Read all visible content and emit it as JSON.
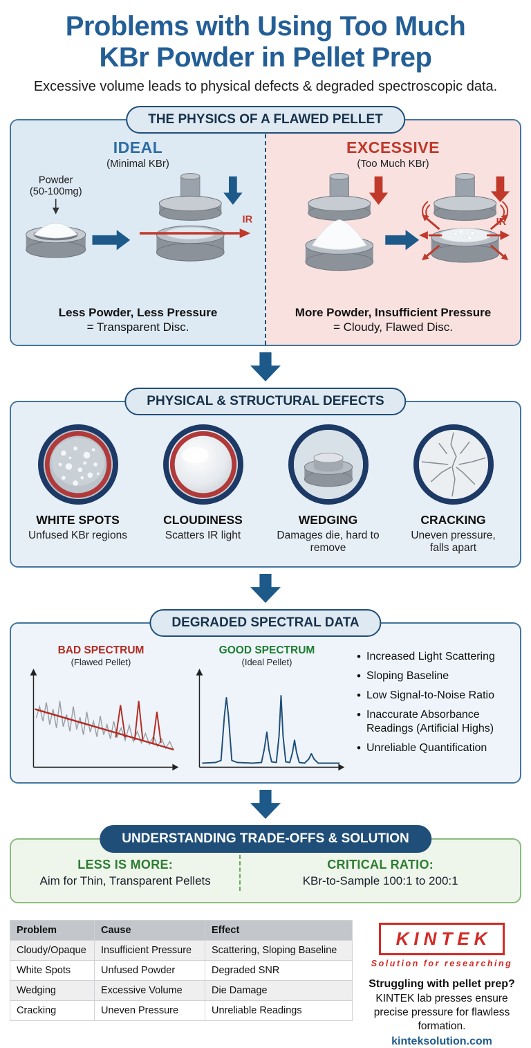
{
  "page": {
    "title_line1": "Problems with Using Too Much",
    "title_line2": "KBr Powder in Pellet Prep",
    "subtitle": "Excessive volume leads to physical defects & degraded spectroscopic data."
  },
  "accent_colors": {
    "title_blue": "#235e96",
    "navy": "#1f4e79",
    "arrow_blue": "#1d5a8a",
    "ideal_blue": "#2e6da4",
    "excessive_red": "#c0392b",
    "bad_red": "#b32b23",
    "good_green": "#1e7d32",
    "solution_green": "#2e7d32",
    "brand_red": "#d22a26",
    "link_blue": "#1f5c8e"
  },
  "physics": {
    "header": "THE PHYSICS OF A FLAWED PELLET",
    "ideal": {
      "title": "IDEAL",
      "subtitle": "(Minimal KBr)",
      "powder_line1": "Powder",
      "powder_line2": "(50-100mg)",
      "ir_label": "IR",
      "caption_bold": "Less Powder, Less Pressure",
      "caption_rest": "= Transparent Disc."
    },
    "excessive": {
      "title": "EXCESSIVE",
      "subtitle": "(Too Much KBr)",
      "ir_label": "IR",
      "caption_bold": "More Powder, Insufficient Pressure",
      "caption_rest": "= Cloudy, Flawed Disc."
    }
  },
  "defects": {
    "header": "PHYSICAL & STRUCTURAL DEFECTS",
    "items": [
      {
        "title": "WHITE SPOTS",
        "desc": "Unfused KBr regions"
      },
      {
        "title": "CLOUDINESS",
        "desc": "Scatters IR light"
      },
      {
        "title": "WEDGING",
        "desc": "Damages die, hard to remove"
      },
      {
        "title": "CRACKING",
        "desc": "Uneven pressure, falls apart"
      }
    ]
  },
  "spectra": {
    "header": "DEGRADED SPECTRAL DATA",
    "bad_title": "BAD SPECTRUM",
    "bad_subtitle": "(Flawed Pellet)",
    "good_title": "GOOD SPECTRUM",
    "good_subtitle": "(Ideal Pellet)",
    "bullets": [
      "Increased Light Scattering",
      "Sloping Baseline",
      "Low Signal-to-Noise Ratio",
      "Inaccurate Absorbance Readings (Artificial Highs)",
      "Unreliable Quantification"
    ]
  },
  "solution": {
    "header": "UNDERSTANDING TRADE-OFFS & SOLUTION",
    "less_title": "LESS IS MORE:",
    "less_text": "Aim for Thin, Transparent Pellets",
    "ratio_title": "CRITICAL RATIO:",
    "ratio_text": "KBr-to-Sample 100:1 to 200:1"
  },
  "table": {
    "headers": [
      "Problem",
      "Cause",
      "Effect"
    ],
    "rows": [
      [
        "Cloudy/Opaque",
        "Insufficient Pressure",
        "Scattering, Sloping Baseline"
      ],
      [
        "White Spots",
        "Unfused Powder",
        "Degraded SNR"
      ],
      [
        "Wedging",
        "Excessive Volume",
        "Die Damage"
      ],
      [
        "Cracking",
        "Uneven Pressure",
        "Unreliable Readings"
      ]
    ]
  },
  "brand": {
    "logo_text": "KINTEK",
    "tagline": "Solution for researching",
    "pitch_title": "Struggling with pellet prep?",
    "pitch_body": "KINTEK lab presses ensure precise pressure for flawless formation.",
    "website": "kinteksolution.com"
  }
}
